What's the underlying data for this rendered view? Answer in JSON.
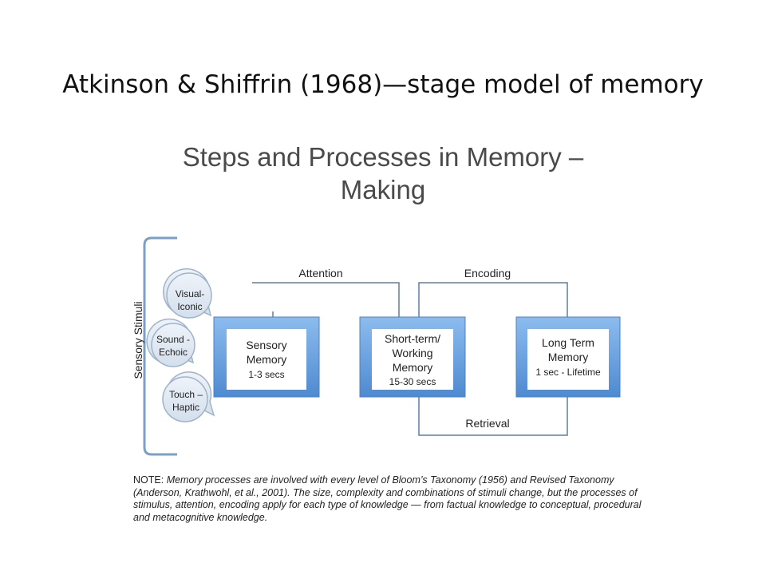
{
  "slide_title": "Atkinson & Shiffrin (1968)—stage model of memory",
  "diagram": {
    "title_line1": "Steps and Processes in Memory –",
    "title_line2": "Making",
    "side_label": "Sensory Stimuli",
    "stimuli": [
      {
        "line1": "Visual-",
        "line2": "Iconic"
      },
      {
        "line1": "Sound -",
        "line2": "Echoic"
      },
      {
        "line1": "Touch –",
        "line2": "Haptic"
      }
    ],
    "stores": {
      "sensory": {
        "line1": "Sensory",
        "line2": "Memory",
        "duration": "1-3 secs"
      },
      "short_term": {
        "line1": "Short-term/",
        "line2": "Working",
        "line3": "Memory",
        "duration": "15-30 secs"
      },
      "long_term": {
        "line1": "Long Term",
        "line2": "Memory",
        "duration": "1 sec - Lifetime"
      }
    },
    "processes": {
      "attention": "Attention",
      "encoding": "Encoding",
      "retrieval": "Retrieval"
    },
    "colors": {
      "box_outer": "#6a9fdc",
      "box_inner": "#ffffff",
      "connector": "#5b7ea6",
      "bubble_fill": "#dfe8f2",
      "bubble_stroke": "#9fb4c8",
      "bracket": "#7aa0c8"
    }
  },
  "note": {
    "prefix": "NOTE:",
    "body": "Memory processes are involved with every level of Bloom’s Taxonomy (1956) and Revised Taxonomy (Anderson, Krathwohl, et al., 2001).  The size, complexity and combinations of stimuli change, but the processes of stimulus, attention, encoding apply for each type of knowledge  — from factual knowledge to conceptual, procedural and metacognitive knowledge."
  }
}
